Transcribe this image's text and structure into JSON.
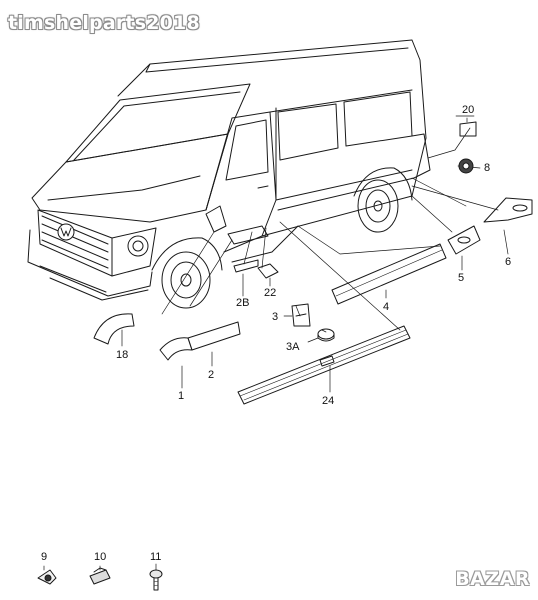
{
  "watermark": "timshelparts2018",
  "brand": "BAZAR",
  "callouts": {
    "c20": "20",
    "c8": "8",
    "c6": "6",
    "c5": "5",
    "c4": "4",
    "c22": "22",
    "c2B": "2B",
    "c3": "3",
    "c3A": "3A",
    "c24": "24",
    "c2": "2",
    "c1": "1",
    "c18": "18",
    "c9": "9",
    "c10": "10",
    "c11": "11"
  }
}
